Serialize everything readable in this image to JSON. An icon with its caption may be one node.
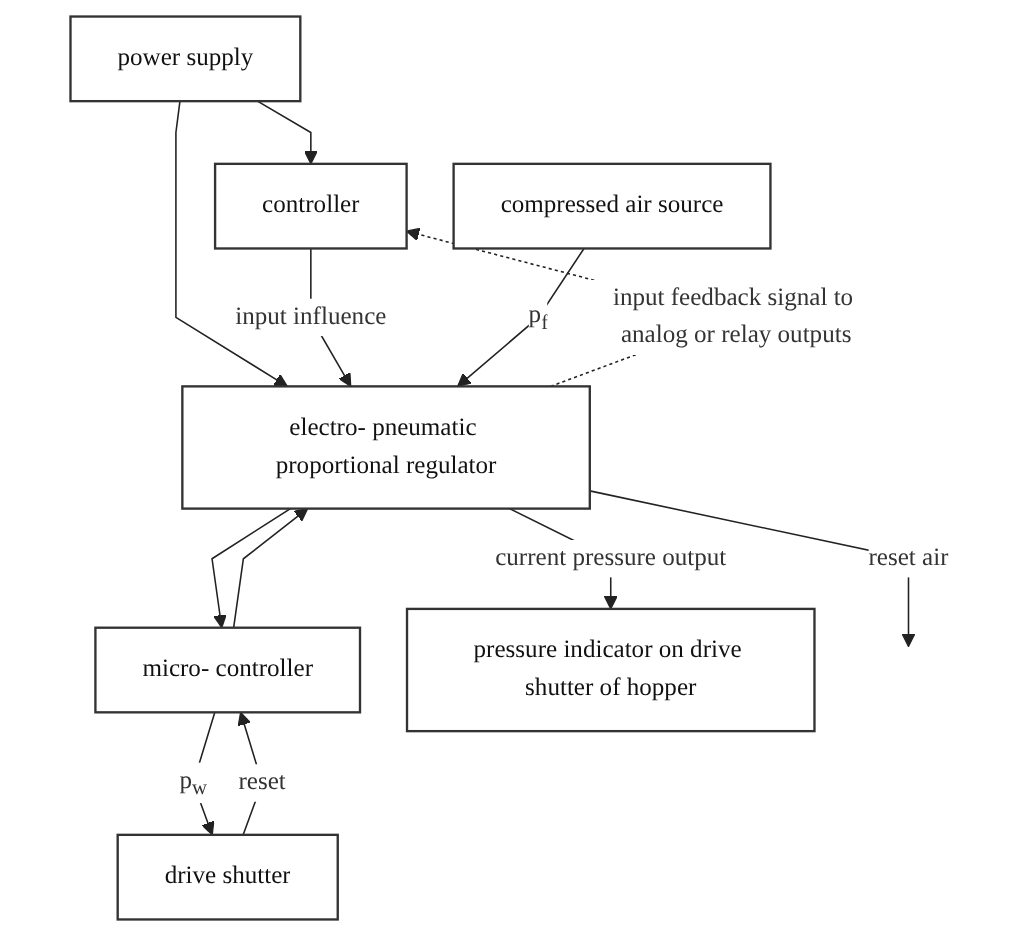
{
  "diagram": {
    "nodes": [
      {
        "text": [
          "power supply"
        ]
      },
      {
        "text": [
          "controller"
        ]
      },
      {
        "text": [
          "compressed air source"
        ]
      },
      {
        "text": [
          "electro- pneumatic proportional regulator"
        ]
      },
      {
        "text": [
          "micro- controller"
        ]
      },
      {
        "text": [
          "drive shutter"
        ]
      },
      {
        "text": [
          "pressure indicator on drive shutter of hopper"
        ]
      }
    ],
    "edges": [
      {
        "from": 0,
        "to": 1,
        "arrow": "to"
      },
      {
        "from": 0,
        "to": 3,
        "arrow": "to"
      },
      {
        "from": 1,
        "to": 3,
        "arrow": "to",
        "label": "input influence"
      },
      {
        "from": 2,
        "to": 3,
        "arrow": "to",
        "label": "p$_{f}$"
      },
      {
        "from": 3,
        "to": 4,
        "arrow": "to"
      },
      {
        "from": 4,
        "to": 3,
        "arrow": "to"
      },
      {
        "from": 4,
        "to": 5,
        "arrow": "to",
        "label": "p$_{w}$"
      },
      {
        "from": 5,
        "to": 4,
        "arrow": "to",
        "label": "reset"
      },
      {
        "from": 3,
        "to": null,
        "arrow": "to",
        "label": "reset air"
      },
      {
        "from": 3,
        "to": 6,
        "arrow": "to",
        "label": "current pressure output"
      },
      {
        "from": 3,
        "to": 1,
        "arrow": "to",
        "style": "dashed",
        "label": "input feedback signal to analog or relay outputs"
      }
    ]
  }
}
